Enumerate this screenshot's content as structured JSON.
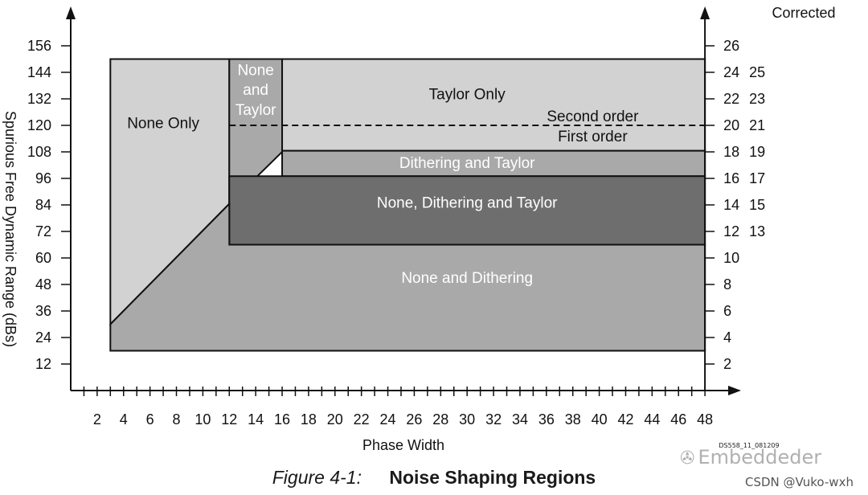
{
  "chart_data": {
    "type": "area",
    "title": "",
    "xlabel": "Phase Width",
    "ylabel": "Spurious Free Dynamic Range (dBs)",
    "y2label": "Corrected",
    "xlim": [
      0,
      48
    ],
    "ylim": [
      0,
      162
    ],
    "x_ticks": [
      2,
      4,
      6,
      8,
      10,
      12,
      14,
      16,
      18,
      20,
      22,
      24,
      26,
      28,
      30,
      32,
      34,
      36,
      38,
      40,
      42,
      44,
      46,
      48
    ],
    "y_ticks": [
      12,
      24,
      36,
      48,
      60,
      72,
      84,
      96,
      108,
      120,
      132,
      144,
      156
    ],
    "y2_ticks_inner": [
      2,
      4,
      6,
      8,
      10,
      12,
      14,
      16,
      18,
      20,
      22,
      24,
      26
    ],
    "y2_ticks_outer": [
      {
        "label": "13",
        "y": 72
      },
      {
        "label": "15",
        "y": 84
      },
      {
        "label": "17",
        "y": 96
      },
      {
        "label": "19",
        "y": 108
      },
      {
        "label": "21",
        "y": 120
      },
      {
        "label": "23",
        "y": 132
      },
      {
        "label": "25",
        "y": 144
      }
    ],
    "regions": [
      {
        "name": "None Only",
        "color": "#d2d2d2",
        "polygon": [
          [
            3,
            150
          ],
          [
            12,
            150
          ],
          [
            12,
            84.5
          ],
          [
            3,
            30
          ]
        ]
      },
      {
        "name": "None and Taylor",
        "color": "#a9a9a9",
        "polygon": [
          [
            12,
            150
          ],
          [
            16,
            150
          ],
          [
            16,
            108
          ],
          [
            12,
            84.5
          ]
        ]
      },
      {
        "name": "Taylor Only",
        "color": "#d2d2d2",
        "polygon": [
          [
            16,
            150
          ],
          [
            48,
            150
          ],
          [
            48,
            108.5
          ],
          [
            16,
            108.5
          ]
        ]
      },
      {
        "name": "Dithering and Taylor",
        "color": "#a9a9a9",
        "polygon": [
          [
            16,
            108.5
          ],
          [
            48,
            108.5
          ],
          [
            48,
            97
          ],
          [
            16,
            97
          ]
        ]
      },
      {
        "name": "None, Dithering and Taylor",
        "color": "#6e6e6e",
        "polygon": [
          [
            12,
            97
          ],
          [
            48,
            97
          ],
          [
            48,
            66
          ],
          [
            12,
            66
          ]
        ]
      },
      {
        "name": "None and Dithering",
        "color": "#a9a9a9",
        "polygon": [
          [
            3,
            30
          ],
          [
            12,
            84.5
          ],
          [
            12,
            66
          ],
          [
            48,
            66
          ],
          [
            48,
            18
          ],
          [
            3,
            18
          ]
        ]
      }
    ],
    "region_labels": [
      {
        "text": "None Only",
        "x": 7,
        "y": 121,
        "color": "#111111"
      },
      {
        "text": "None",
        "x": 14,
        "y": 145,
        "color": "#ffffff"
      },
      {
        "text": "and",
        "x": 14,
        "y": 136,
        "color": "#ffffff"
      },
      {
        "text": "Taylor",
        "x": 14,
        "y": 127,
        "color": "#ffffff"
      },
      {
        "text": "Taylor Only",
        "x": 30,
        "y": 134,
        "color": "#111111"
      },
      {
        "text": "Dithering and Taylor",
        "x": 30,
        "y": 103,
        "color": "#ffffff"
      },
      {
        "text": "None, Dithering and Taylor",
        "x": 30,
        "y": 85,
        "color": "#ffffff"
      },
      {
        "text": "None and Dithering",
        "x": 30,
        "y": 51,
        "color": "#ffffff"
      }
    ],
    "dashed_lines": [
      {
        "label": "Second order",
        "x_start": 12,
        "x_end": 48,
        "y": 120
      },
      {
        "label": "",
        "x_start": 12,
        "x_end": 48,
        "y": 66
      }
    ],
    "line_labels": [
      {
        "text": "Second order",
        "x": 39.5,
        "y": 124
      },
      {
        "text": "First order",
        "x": 39.5,
        "y": 115
      }
    ],
    "grid": false,
    "legend": "none"
  },
  "caption": {
    "label": "Figure 4-1:",
    "text": "Noise Shaping Regions"
  },
  "doc_id": "DS558_11_081209",
  "watermark": {
    "brand": "Embeddeder",
    "site": "CSDN @Vuko-wxh"
  }
}
